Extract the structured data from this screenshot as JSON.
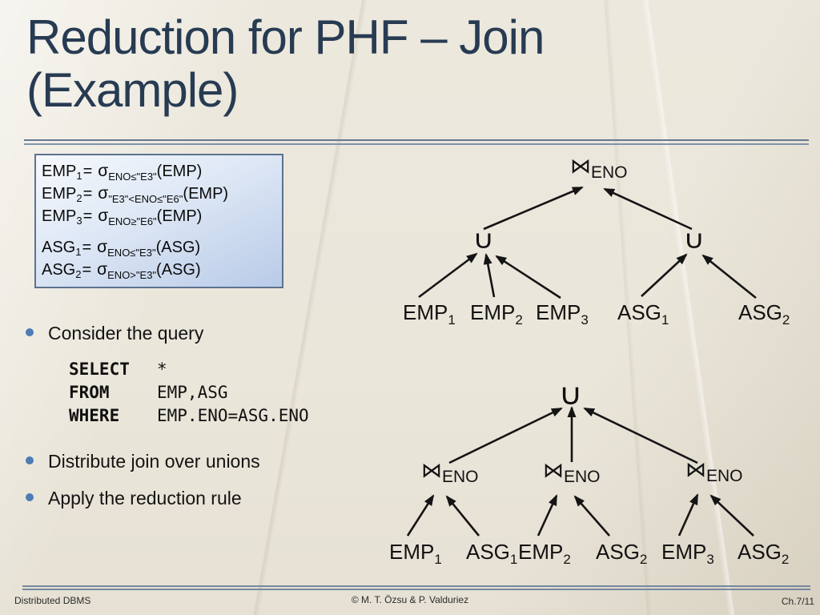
{
  "title": {
    "line1": "Reduction for PHF – Join",
    "line2": "(Example)"
  },
  "formulas": [
    {
      "lhs": "EMP",
      "lhs_sub": "1",
      "eq": "=",
      "sigma": "σ",
      "cond": "ENO≤\"E3\"",
      "arg": "(EMP)"
    },
    {
      "lhs": "EMP",
      "lhs_sub": "2",
      "eq": "=",
      "sigma": "σ",
      "cond": "\"E3\"<ENO≤\"E6\"",
      "arg": "(EMP)"
    },
    {
      "lhs": "EMP",
      "lhs_sub": "3",
      "eq": "=",
      "sigma": "σ",
      "cond": "ENO≥\"E6\"",
      "arg": "(EMP)"
    },
    {
      "lhs": "ASG",
      "lhs_sub": "1",
      "eq": "=",
      "sigma": "σ",
      "cond": "ENO≤\"E3\"",
      "arg": "(ASG)"
    },
    {
      "lhs": "ASG",
      "lhs_sub": "2",
      "eq": "=",
      "sigma": "σ",
      "cond": "ENO>\"E3\"",
      "arg": "(ASG)"
    }
  ],
  "bullets": [
    "Consider the query",
    "Distribute join over unions",
    "Apply the reduction rule"
  ],
  "sql": [
    {
      "kw": "SELECT",
      "rest": "*"
    },
    {
      "kw": "FROM",
      "rest": "EMP,ASG"
    },
    {
      "kw": "WHERE",
      "rest": "EMP.ENO=ASG.ENO"
    }
  ],
  "tree_top": {
    "root_op": "⋈",
    "root_sub": "ENO",
    "union_left": "∪",
    "union_right": "∪",
    "leaves": [
      {
        "base": "EMP",
        "sub": "1"
      },
      {
        "base": "EMP",
        "sub": "2"
      },
      {
        "base": "EMP",
        "sub": "3"
      },
      {
        "base": "ASG",
        "sub": "1"
      },
      {
        "base": "ASG",
        "sub": "2"
      }
    ]
  },
  "tree_bottom": {
    "root": "∪",
    "joins": [
      {
        "op": "⋈",
        "sub": "ENO"
      },
      {
        "op": "⋈",
        "sub": "ENO"
      },
      {
        "op": "⋈",
        "sub": "ENO"
      }
    ],
    "leaves": [
      {
        "base": "EMP",
        "sub": "1"
      },
      {
        "base": "ASG",
        "sub": "1"
      },
      {
        "base": "EMP",
        "sub": "2"
      },
      {
        "base": "ASG",
        "sub": "2"
      },
      {
        "base": "EMP",
        "sub": "3"
      },
      {
        "base": "ASG",
        "sub": "2"
      }
    ]
  },
  "footer": {
    "left": "Distributed DBMS",
    "center": "© M. T. Özsu & P. Valduriez",
    "right": "Ch.7/11"
  },
  "colors": {
    "title": "#273b52",
    "bullet_dot": "#4e7cb5",
    "box_border": "#5c7390",
    "rule": "#76889e"
  }
}
